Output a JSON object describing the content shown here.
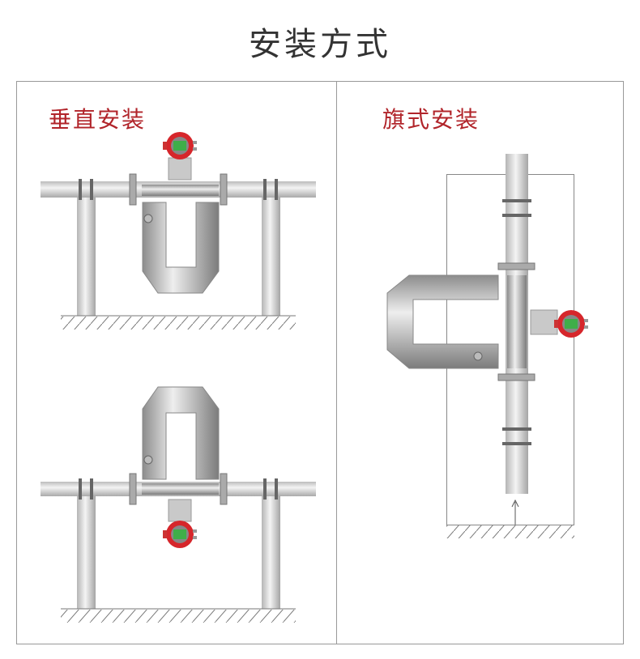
{
  "title": "安装方式",
  "panels": {
    "left_label": "垂直安装",
    "right_label": "旗式安装"
  },
  "colors": {
    "label": "#b1242a",
    "title": "#333333",
    "transmitter": "#d6262b",
    "display": "#3fae49"
  }
}
